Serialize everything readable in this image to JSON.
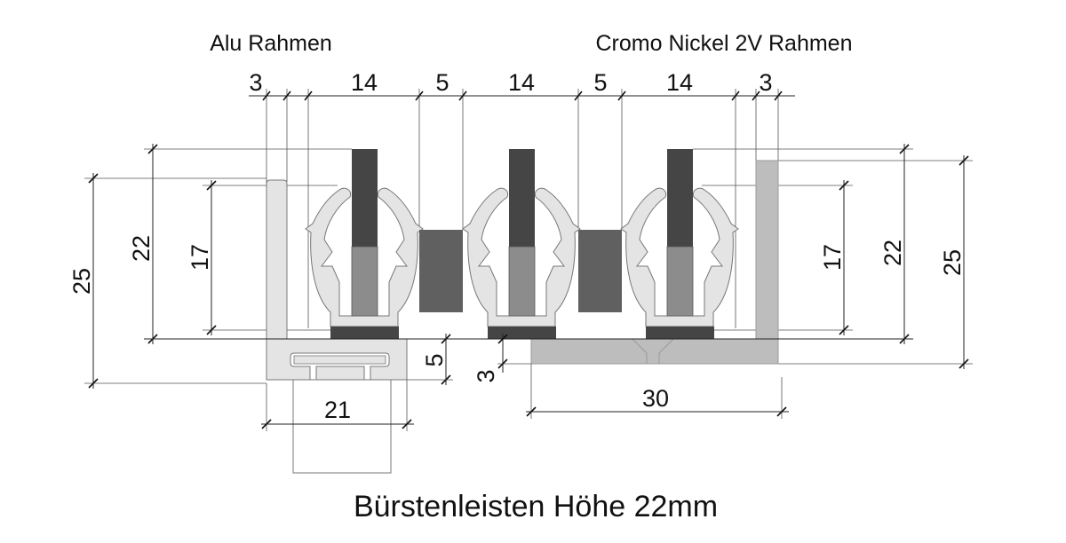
{
  "titles": {
    "alu_frame": "Alu Rahmen",
    "cromo_frame": "Cromo Nickel 2V Rahmen",
    "caption": "Bürstenleisten Höhe 22mm"
  },
  "top_dims": [
    "3",
    "14",
    "5",
    "14",
    "5",
    "14",
    "3"
  ],
  "left_dims": {
    "total": "25",
    "brush": "22",
    "holder": "17"
  },
  "right_dims": {
    "holder": "17",
    "brush": "22",
    "total": "25"
  },
  "alu_base_height": "5",
  "cromo_base_height": "3",
  "alu_width": "21",
  "cromo_width": "30",
  "colors": {
    "profile": "#e4e4e4",
    "brush_dark": "#454545",
    "brush_mid": "#8c8c8c",
    "spacer": "#606060",
    "cromo": "#bdbdbd"
  }
}
